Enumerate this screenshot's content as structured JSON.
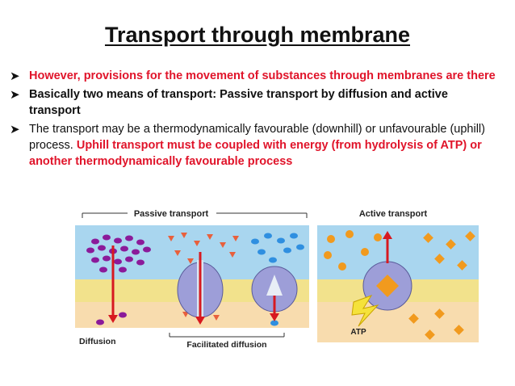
{
  "slide": {
    "title": "Transport through membrane",
    "bullets": [
      {
        "red_text": "However, provisions for the movement of substances through membranes are there"
      },
      {
        "bold_text": "Basically two means of transport: Passive transport by diffusion and active transport"
      },
      {
        "plain_text": "The transport may be a thermodynamically favourable (downhill) or unfavourable (uphill) process. ",
        "red_text": "Uphill transport must be coupled with energy (from hydrolysis of ATP) or another thermodynamically favourable process"
      }
    ]
  },
  "figure": {
    "passive_title": "Passive transport",
    "active_title": "Active transport",
    "diffusion_label": "Diffusion",
    "facilitated_label": "Facilitated diffusion",
    "atp_label": "ATP",
    "colors": {
      "extracellular": "#a9d6ef",
      "membrane": "#f2e28c",
      "cytoplasm": "#f8dcae",
      "arrow": "#d71920",
      "purple_molecule": "#8b1a9a",
      "red_triangle": "#e8603c",
      "blue_molecule": "#2f8fe0",
      "orange_molecule": "#f19a1e",
      "protein": "#9d9ed8"
    }
  }
}
